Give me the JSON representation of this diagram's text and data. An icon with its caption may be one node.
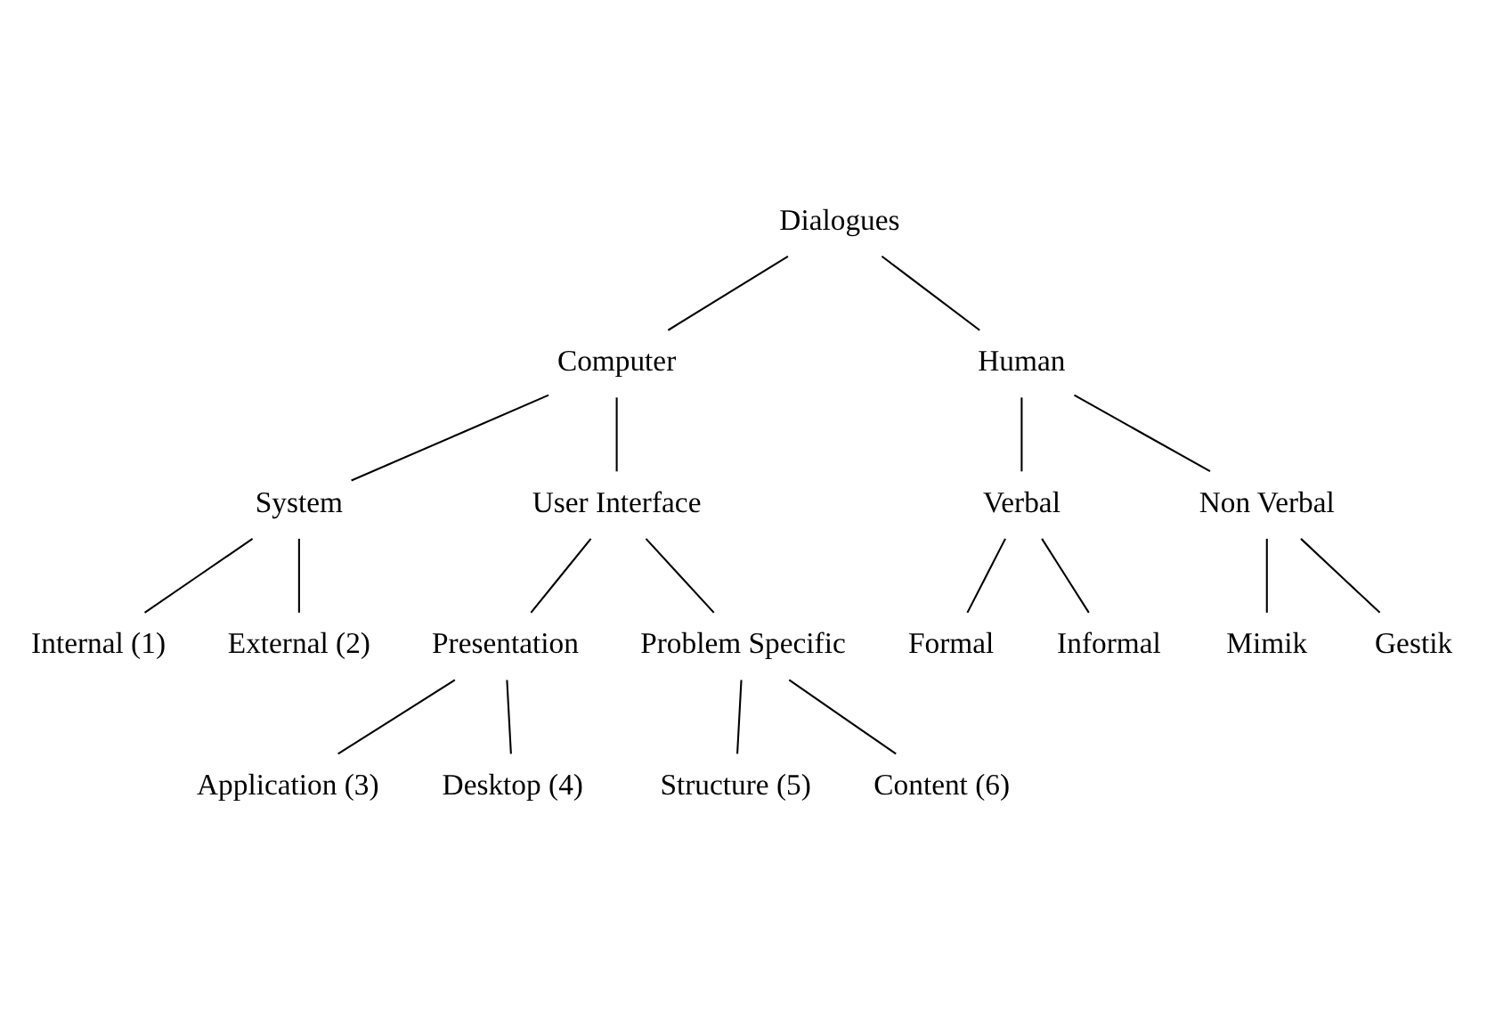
{
  "diagram": {
    "nodes": [
      {
        "text": [
          "Dialogues"
        ]
      },
      {
        "text": [
          "Computer"
        ]
      },
      {
        "text": [
          "Human"
        ]
      },
      {
        "text": [
          "System"
        ]
      },
      {
        "text": [
          "User Interface"
        ]
      },
      {
        "text": [
          "Verbal"
        ]
      },
      {
        "text": [
          "Non Verbal"
        ]
      },
      {
        "text": [
          "Internal (1)"
        ]
      },
      {
        "text": [
          "External (2)"
        ]
      },
      {
        "text": [
          "Presentation"
        ]
      },
      {
        "text": [
          "Problem Specific"
        ]
      },
      {
        "text": [
          "Formal"
        ]
      },
      {
        "text": [
          "Informal"
        ]
      },
      {
        "text": [
          "Mimik"
        ]
      },
      {
        "text": [
          "Gestik"
        ]
      },
      {
        "text": [
          "Application (3)"
        ]
      },
      {
        "text": [
          "Desktop (4)"
        ]
      },
      {
        "text": [
          "Structure (5)"
        ]
      },
      {
        "text": [
          "Content (6)"
        ]
      }
    ],
    "edges": [
      {
        "from": 0,
        "to": 1,
        "arrow": "none"
      },
      {
        "from": 0,
        "to": 2,
        "arrow": "none"
      },
      {
        "from": 1,
        "to": 3,
        "arrow": "none"
      },
      {
        "from": 1,
        "to": 4,
        "arrow": "none"
      },
      {
        "from": 2,
        "to": 5,
        "arrow": "none"
      },
      {
        "from": 2,
        "to": 6,
        "arrow": "none"
      },
      {
        "from": 3,
        "to": 7,
        "arrow": "none"
      },
      {
        "from": 3,
        "to": 8,
        "arrow": "none"
      },
      {
        "from": 4,
        "to": 9,
        "arrow": "none"
      },
      {
        "from": 4,
        "to": 10,
        "arrow": "none"
      },
      {
        "from": 5,
        "to": 11,
        "arrow": "none"
      },
      {
        "from": 5,
        "to": 12,
        "arrow": "none"
      },
      {
        "from": 6,
        "to": 13,
        "arrow": "none"
      },
      {
        "from": 6,
        "to": 14,
        "arrow": "none"
      },
      {
        "from": 9,
        "to": 15,
        "arrow": "none"
      },
      {
        "from": 9,
        "to": 16,
        "arrow": "none"
      },
      {
        "from": 10,
        "to": 17,
        "arrow": "none"
      },
      {
        "from": 10,
        "to": 18,
        "arrow": "none"
      }
    ]
  }
}
